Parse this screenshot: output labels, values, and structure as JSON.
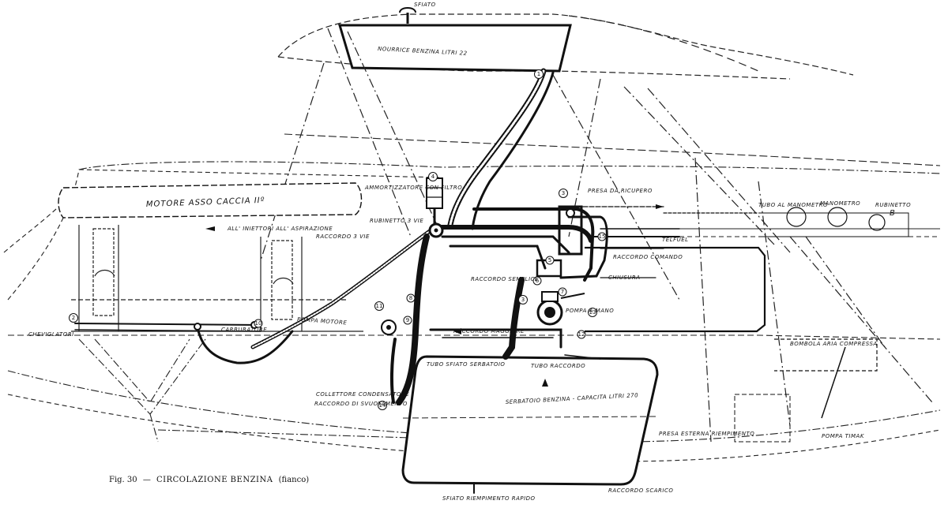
{
  "caption": {
    "fig": "Fig. 30",
    "dash": "—",
    "title": "CIRCOLAZIONE BENZINA",
    "subtitle": "(fianco)"
  },
  "labels": {
    "sfiato": "SFIATO",
    "nourrice": "NOURRICE BENZINA LITRI 22",
    "motore": "MOTORE ASSO CACCIA IIº",
    "ammortizzatore": "AMMORTIZZATORE CON FILTRO",
    "rubinetto_3vie": "RUBINETTO 3 VIE",
    "raccordo_3vie": "RACCORDO 3 VIE",
    "iniettori": "ALL' INIETTORI ALL' ASPIRAZIONE",
    "presa": "PRESA DA RICUPERO",
    "tubo_manometro": "TUBO AL MANOMETRO",
    "manometro": "MANOMETRO",
    "rubinetto_b": "RUBINETTO",
    "manometro_telfuel": "TELFUEL",
    "raccordo_comando": "RACCORDO COMANDO",
    "pompa_mano": "POMPA A MANO",
    "pompa_motore": "POMPA MOTORE",
    "chiusura": "CHIUSURA",
    "raccordo_semplice": "RACCORDO SEMPLICE",
    "carburatore": "CARBURATORE",
    "cheviglatori": "CHEVIGLATORI",
    "serbatoio_principale": "SERBATOIO BENZINA - CAPACITA LITRI 270",
    "tubo_sfiato": "TUBO SFIATO SERBATOIO",
    "tubo_raccordo": "TUBO RACCORDO",
    "collettore": "COLLETTORE CONDENSATORE",
    "raccordo_svuotamento": "RACCORDO DI SVUOTAMENTO",
    "bombola": "BOMBOLA ARIA COMPRESSA",
    "pompa_timak": "POMPA TIMAK",
    "presa_esterna": "PRESA ESTERNA RIEMPIMENTO",
    "raccordo_scarico": "RACCORDO SCARICO",
    "raccordo_maggiore": "RACCORDO MAGGIORE",
    "sfiato_bottom": "SFIATO RIEMPIMENTO RAPIDO",
    "badge_b": "B"
  },
  "numbers": [
    "1",
    "2",
    "3",
    "3",
    "4",
    "5",
    "6",
    "7",
    "8",
    "9",
    "10",
    "11",
    "12",
    "13",
    "14",
    "15"
  ]
}
